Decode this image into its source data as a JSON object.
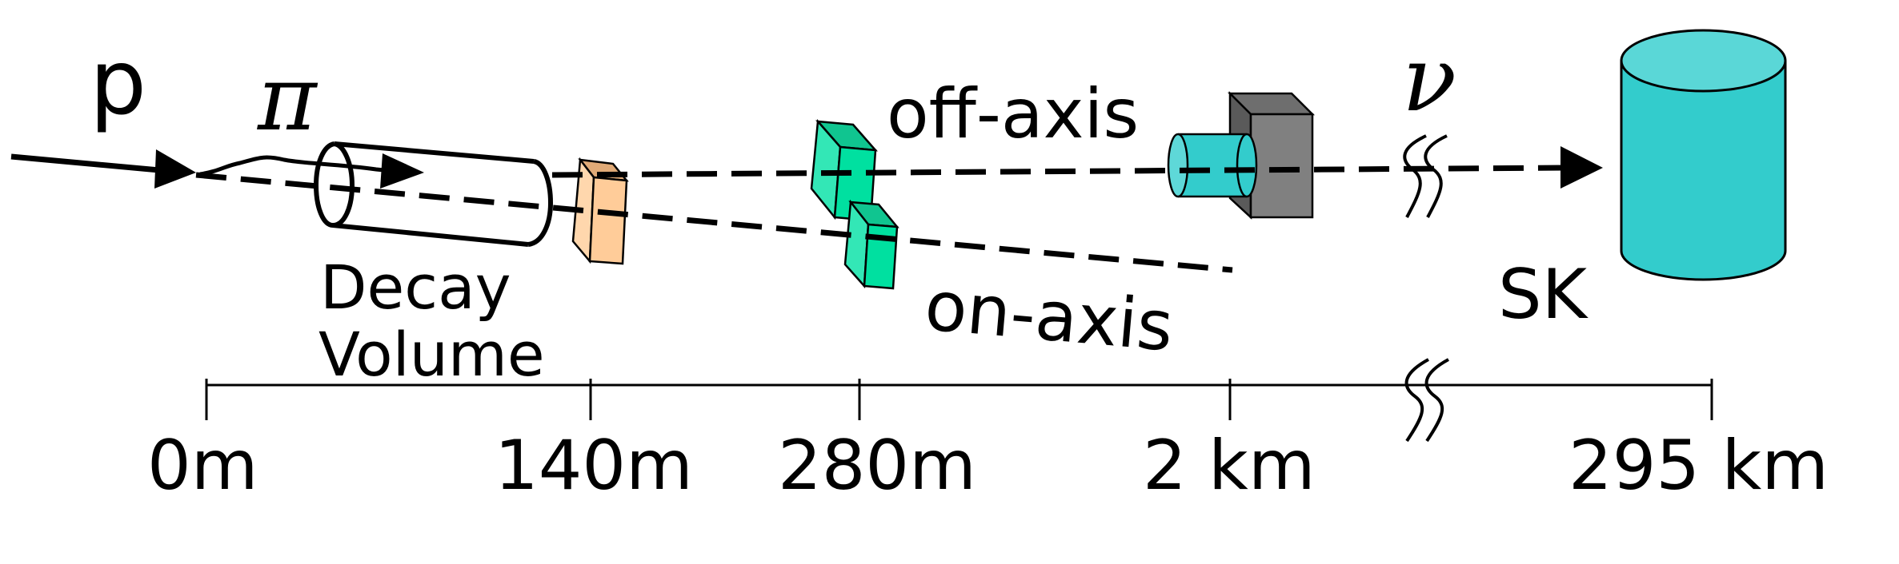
{
  "particles": {
    "proton": "p",
    "pion": "π",
    "neutrino": "ν"
  },
  "labels": {
    "decay_volume_line1": "Decay",
    "decay_volume_line2": "Volume",
    "off_axis": "off-axis",
    "on_axis": "on-axis",
    "far_detector": "SK"
  },
  "scale": {
    "ticks": [
      "0m",
      "140m",
      "280m",
      "2 km",
      "295 km"
    ]
  },
  "colors": {
    "stroke": "#000000",
    "target_box": "#ffcc99",
    "near_detector": "#00e0a0",
    "intermediate_cylinder": "#33cccc",
    "intermediate_box": "#808080",
    "far_detector": "#33cccc"
  }
}
